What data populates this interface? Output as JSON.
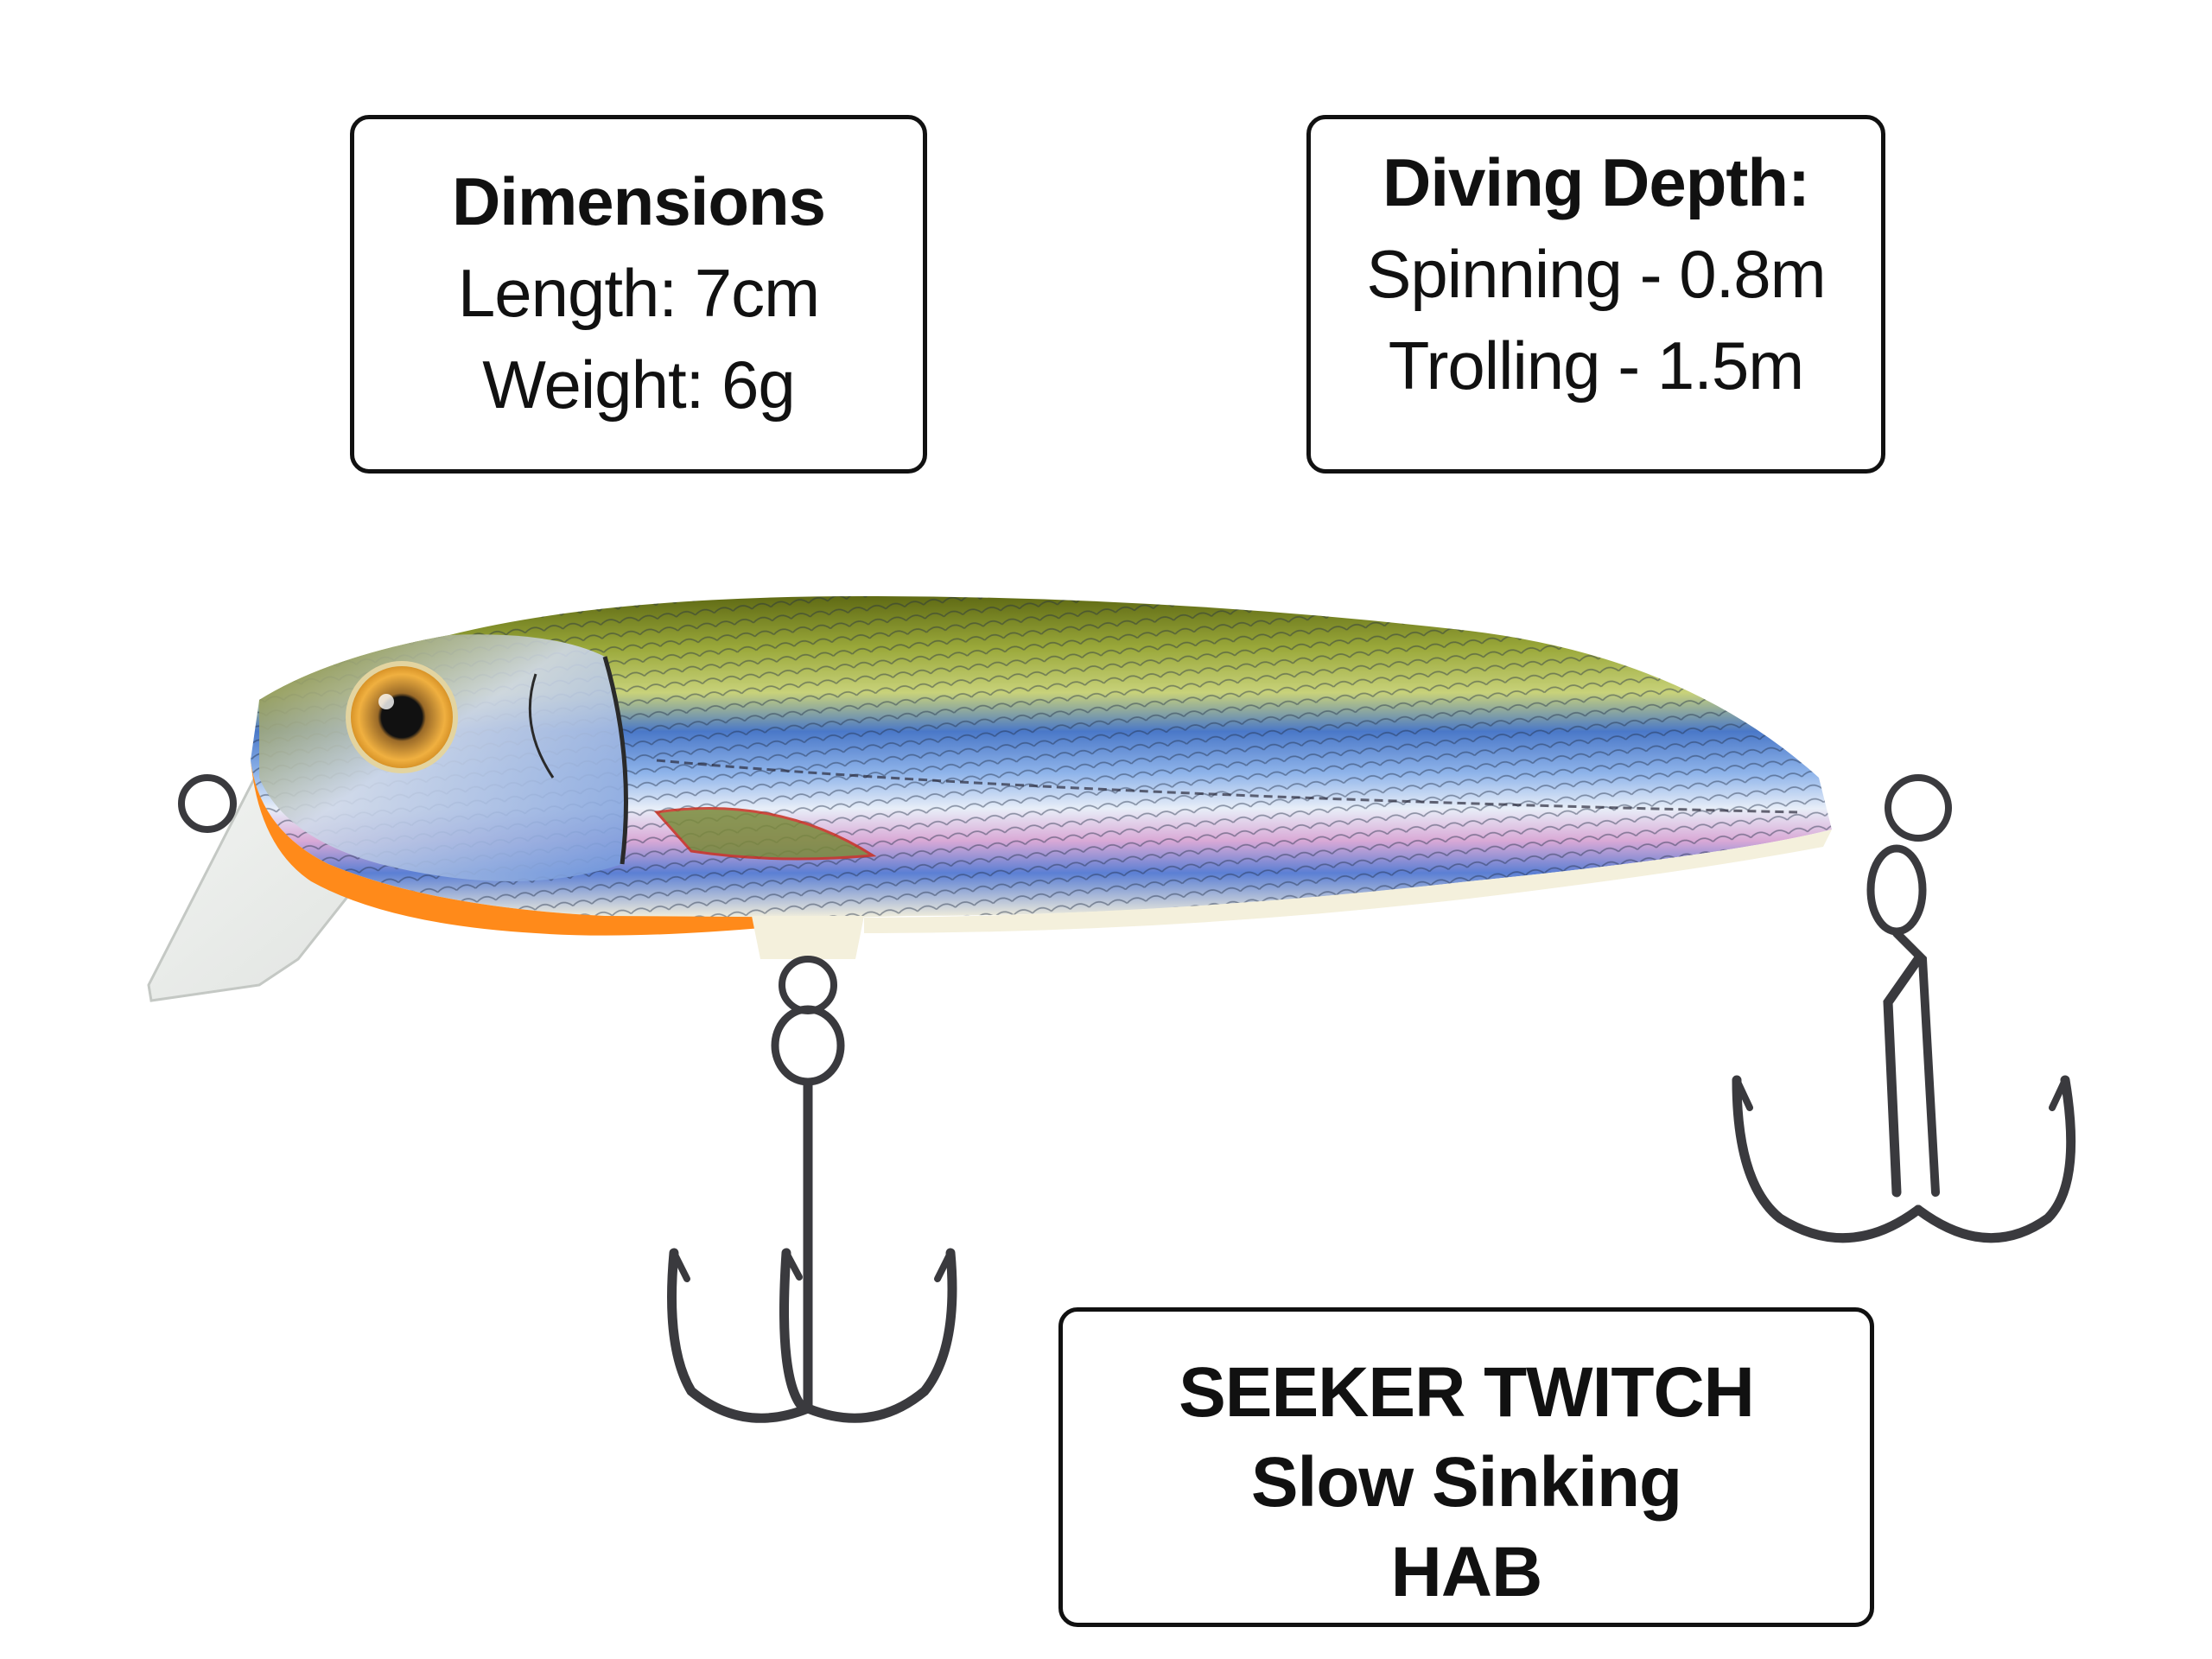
{
  "dimensions_box": {
    "heading": "Dimensions",
    "length": "Length: 7cm",
    "weight": "Weight: 6g"
  },
  "depth_box": {
    "heading": "Diving Depth:",
    "spinning": "Spinning - 0.8m",
    "trolling": "Trolling - 1.5m"
  },
  "product_box": {
    "name": "SEEKER TWITCH",
    "action": "Slow Sinking",
    "color_code": "HAB"
  },
  "colors": {
    "back": "#6e7a1e",
    "flank_blue": "#4a78c8",
    "belly": "#f4f0dc",
    "throat_orange": "#ff8a1a",
    "hook_metal": "#3a3a3e"
  }
}
